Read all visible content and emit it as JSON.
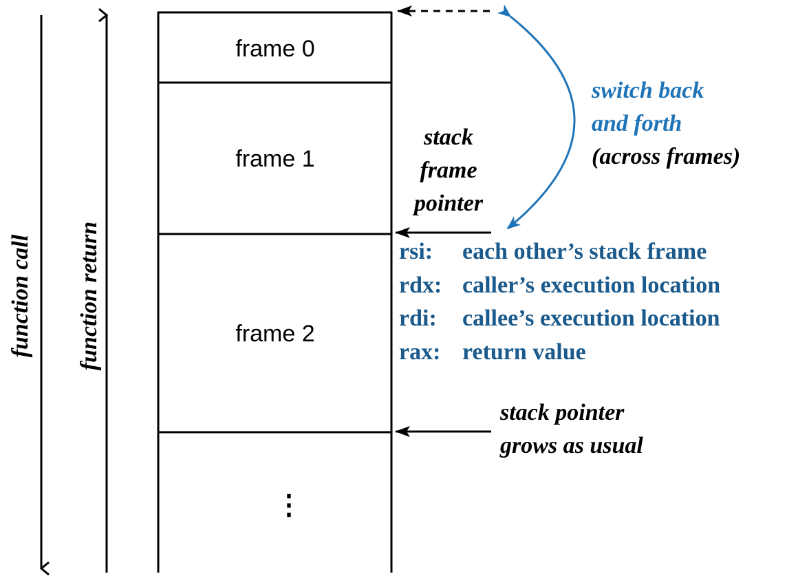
{
  "stack": {
    "frames": [
      {
        "label": "frame 0"
      },
      {
        "label": "frame 1"
      },
      {
        "label": "frame 2"
      }
    ],
    "ellipsis": "⋮"
  },
  "axes": {
    "function_call": "function call",
    "function_return": "function return"
  },
  "annotations": {
    "stack_frame_pointer": [
      "stack",
      "frame",
      "pointer"
    ],
    "switch_back": [
      "switch back",
      "and forth"
    ],
    "across_frames": "(across frames)",
    "stack_pointer": [
      "stack pointer",
      "grows as usual"
    ]
  },
  "registers": [
    {
      "name": "rsi:",
      "desc": "each other’s stack frame"
    },
    {
      "name": "rdx:",
      "desc": "caller’s execution location"
    },
    {
      "name": "rdi:",
      "desc": "callee’s execution location"
    },
    {
      "name": "rax:",
      "desc": "return value"
    }
  ],
  "colors": {
    "accent_blue": "#1f74b8",
    "register_blue": "#1a5a8c",
    "line": "#000000"
  }
}
